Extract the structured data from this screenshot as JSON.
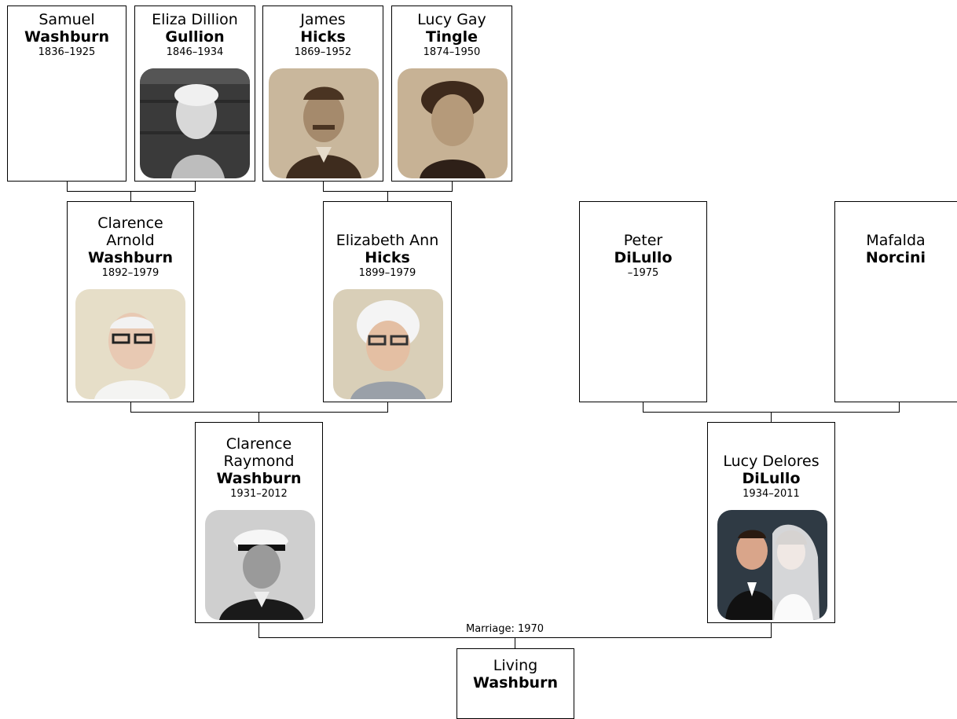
{
  "people": {
    "samuel": {
      "given": "Samuel",
      "surname": "Washburn",
      "dates": "1836–1925"
    },
    "eliza": {
      "given": "Eliza Dillion",
      "surname": "Gullion",
      "dates": "1846–1934",
      "photo": "elderly-woman-portrait"
    },
    "james": {
      "given": "James",
      "surname": "Hicks",
      "dates": "1869–1952",
      "photo": "sepia-man-portrait"
    },
    "lucy_gay": {
      "given": "Lucy Gay",
      "surname": "Tingle",
      "dates": "1874–1950",
      "photo": "sepia-woman-portrait"
    },
    "clarence_arnold": {
      "given": "Clarence Arnold",
      "surname": "Washburn",
      "dates": "1892–1979",
      "photo": "elderly-man-glasses-portrait"
    },
    "elizabeth": {
      "given": "Elizabeth Ann",
      "surname": "Hicks",
      "dates": "1899–1979",
      "photo": "elderly-woman-glasses-portrait"
    },
    "peter": {
      "given": "Peter",
      "surname": "DiLullo",
      "dates": "–1975"
    },
    "mafalda": {
      "given": "Mafalda",
      "surname": "Norcini"
    },
    "clarence_raymond": {
      "given": "Clarence Raymond",
      "surname": "Washburn",
      "dates": "1931–2012",
      "photo": "naval-officer-bw-portrait"
    },
    "lucy_delores": {
      "given": "Lucy Delores",
      "surname": "DiLullo",
      "dates": "1934–2011",
      "photo": "wedding-couple-photo"
    },
    "living": {
      "given": "Living",
      "surname": "Washburn"
    }
  },
  "marriage_label": "Marriage: 1970",
  "colors": {
    "line": "#000000",
    "box_border": "#000000",
    "sepia": "#b8a48a",
    "photo_bw": "#6b6b6b"
  }
}
